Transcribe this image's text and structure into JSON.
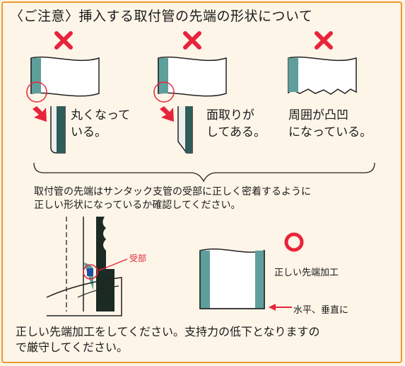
{
  "title": "〈ご注意〉挿入する取付管の先端の形状について",
  "bad_examples": [
    {
      "label": "丸くなって\nいる。",
      "mark": "×"
    },
    {
      "label": "面取りが\nしてある。",
      "mark": "×"
    },
    {
      "label": "周囲が凸凹\nになっている。",
      "mark": "×"
    }
  ],
  "instruction": "取付管の先端はサンタック支管の受部に正しく密着するように\n正しい形状になっているか確認してください。",
  "diagram": {
    "receiver_label": "受部",
    "correct_label": "正しい先端加工",
    "level_label": "水平、垂直に",
    "ok_mark": "○"
  },
  "footer": "正しい先端加工をしてください。支持力の低下となりますの\nで厳守してください。",
  "colors": {
    "border": "#ef9a2a",
    "accent": "#e8243a",
    "pipe": "#3d8c8a",
    "dark": "#1c2a24",
    "blue": "#1f4fa0"
  }
}
